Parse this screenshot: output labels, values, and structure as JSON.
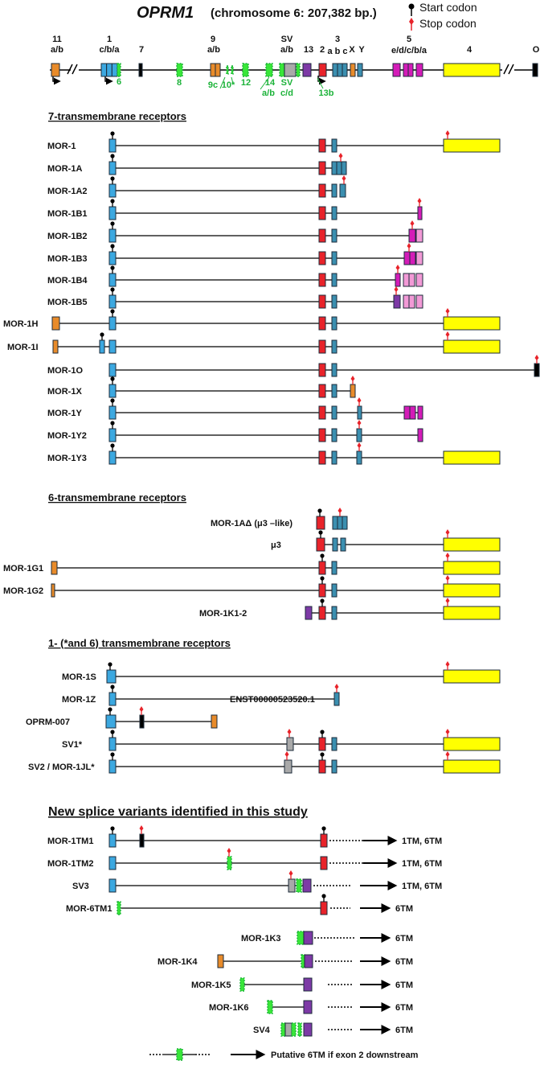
{
  "title": "OPRM1",
  "subtitle": "(chromosome 6: 207,382 bp.)",
  "legend": {
    "start": "Start codon",
    "stop": "Stop codon"
  },
  "colors": {
    "blue": "#3ca8e0",
    "red": "#e8232a",
    "teal": "#3b8fb0",
    "yellow": "#ffff00",
    "magenta": "#d41cb8",
    "pink": "#f29ad6",
    "orange": "#e88b2a",
    "purple": "#7d3aa6",
    "gray": "#a9a9a9",
    "green": "#39e639",
    "black": "#000000"
  },
  "gene_labels": [
    {
      "key": "e11",
      "top": "11",
      "bottom": "a/b"
    },
    {
      "key": "e1",
      "top": "1",
      "bottom": "c/b/a"
    },
    {
      "key": "e7",
      "top": "7",
      "bottom": ""
    },
    {
      "key": "e9",
      "top": "9",
      "bottom": "a/b"
    },
    {
      "key": "esv",
      "top": "SV",
      "bottom": "a/b"
    },
    {
      "key": "e13",
      "top": "13",
      "bottom": ""
    },
    {
      "key": "e2",
      "top": "2",
      "bottom": ""
    },
    {
      "key": "e3",
      "top": "3",
      "bottom": "a b c"
    },
    {
      "key": "ex",
      "top": "X",
      "bottom": ""
    },
    {
      "key": "ey",
      "top": "Y",
      "bottom": ""
    },
    {
      "key": "e5",
      "top": "5",
      "bottom": "e/d/c/b/a"
    },
    {
      "key": "e4",
      "top": "4",
      "bottom": ""
    },
    {
      "key": "eo",
      "top": "O",
      "bottom": ""
    }
  ],
  "green_labels": [
    "6",
    "8",
    "9c",
    "10*",
    "12",
    "14",
    "a/b",
    "SV",
    "c/d",
    "13b"
  ],
  "sections": [
    {
      "title": "7-transmembrane receptors",
      "rows": [
        "MOR-1",
        "MOR-1A",
        "MOR-1A2",
        "MOR-1B1",
        "MOR-1B2",
        "MOR-1B3",
        "MOR-1B4",
        "MOR-1B5",
        "MOR-1H",
        "MOR-1I",
        "MOR-1O",
        "MOR-1X",
        "MOR-1Y",
        "MOR-1Y2",
        "MOR-1Y3"
      ]
    },
    {
      "title": "6-transmembrane receptors",
      "rows": [
        "MOR-1AΔ (μ3 –like)",
        "μ3",
        "MOR-1G1",
        "MOR-1G2",
        "MOR-1K1-2"
      ]
    },
    {
      "title": "1- (*and 6) transmembrane receptors",
      "rows": [
        "MOR-1S",
        "MOR-1Z",
        "OPRM-007",
        "SV1*",
        "SV2 / MOR-1JL*"
      ]
    },
    {
      "title": "New splice variants identified in this study",
      "rows": [
        "MOR-1TM1",
        "MOR-1TM2",
        "SV3",
        "MOR-6TM1",
        "MOR-1K3",
        "MOR-1K4",
        "MOR-1K5",
        "MOR-1K6",
        "SV4"
      ]
    }
  ],
  "annotations": {
    "ensembl": "ENST00000523520.1",
    "tm_a": "1TM, 6TM",
    "tm_b": "6TM",
    "footnote": "Putative 6TM if exon 2 downstream"
  }
}
